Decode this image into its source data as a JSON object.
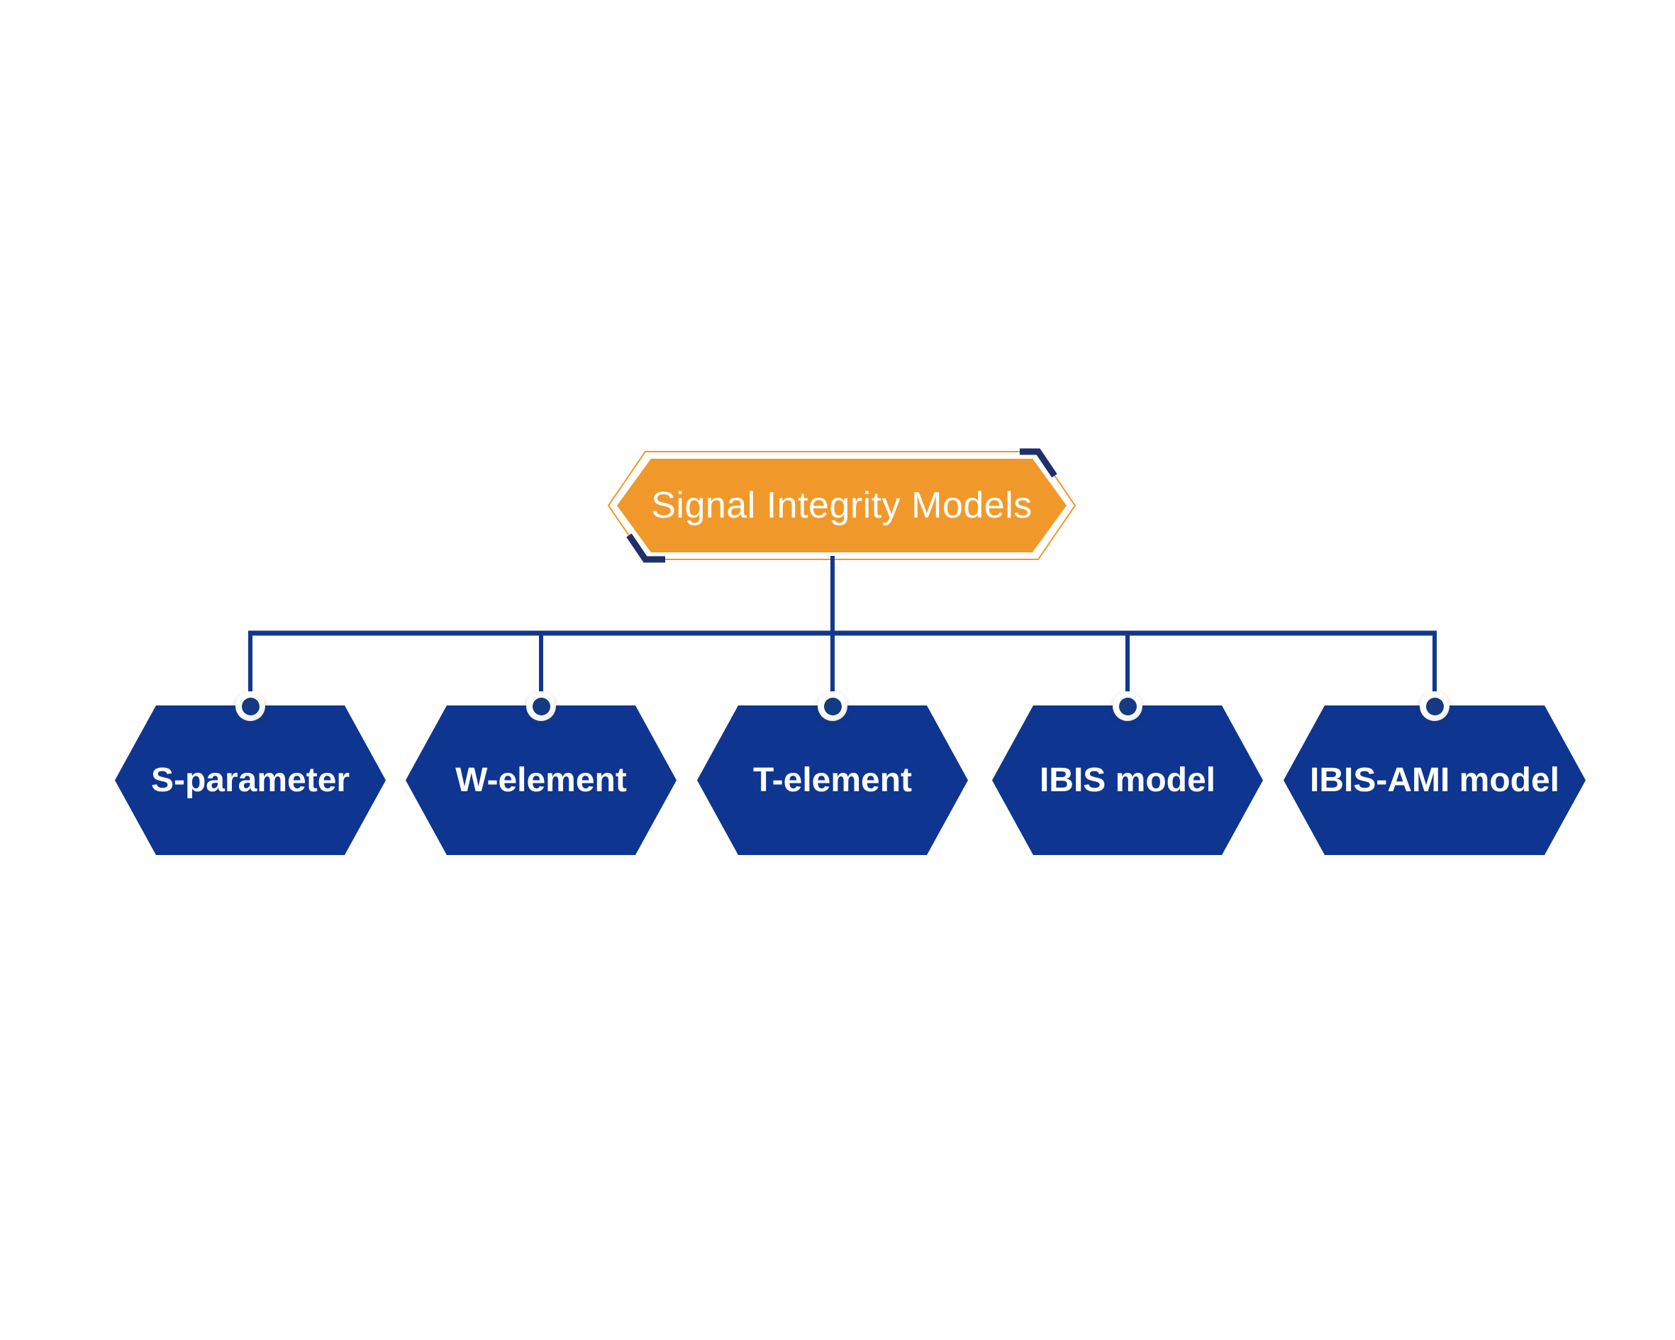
{
  "diagram": {
    "title_node": {
      "label": "Signal Integrity Models"
    },
    "child_nodes": [
      {
        "label": "S-parameter"
      },
      {
        "label": "W-element"
      },
      {
        "label": "T-element"
      },
      {
        "label": "IBIS model"
      },
      {
        "label": "IBIS-AMI model"
      }
    ]
  },
  "colors": {
    "background": "#FFFFFF",
    "root_fill": "#F0992A",
    "root_outline": "#F0992A",
    "corner_accent": "#1F2F6A",
    "node_fill": "#0E3590",
    "connector_line": "#11388D",
    "pin_ring": "#FFFFFF",
    "pin_dot": "#143A84",
    "label_text": "#FFFFFF"
  }
}
